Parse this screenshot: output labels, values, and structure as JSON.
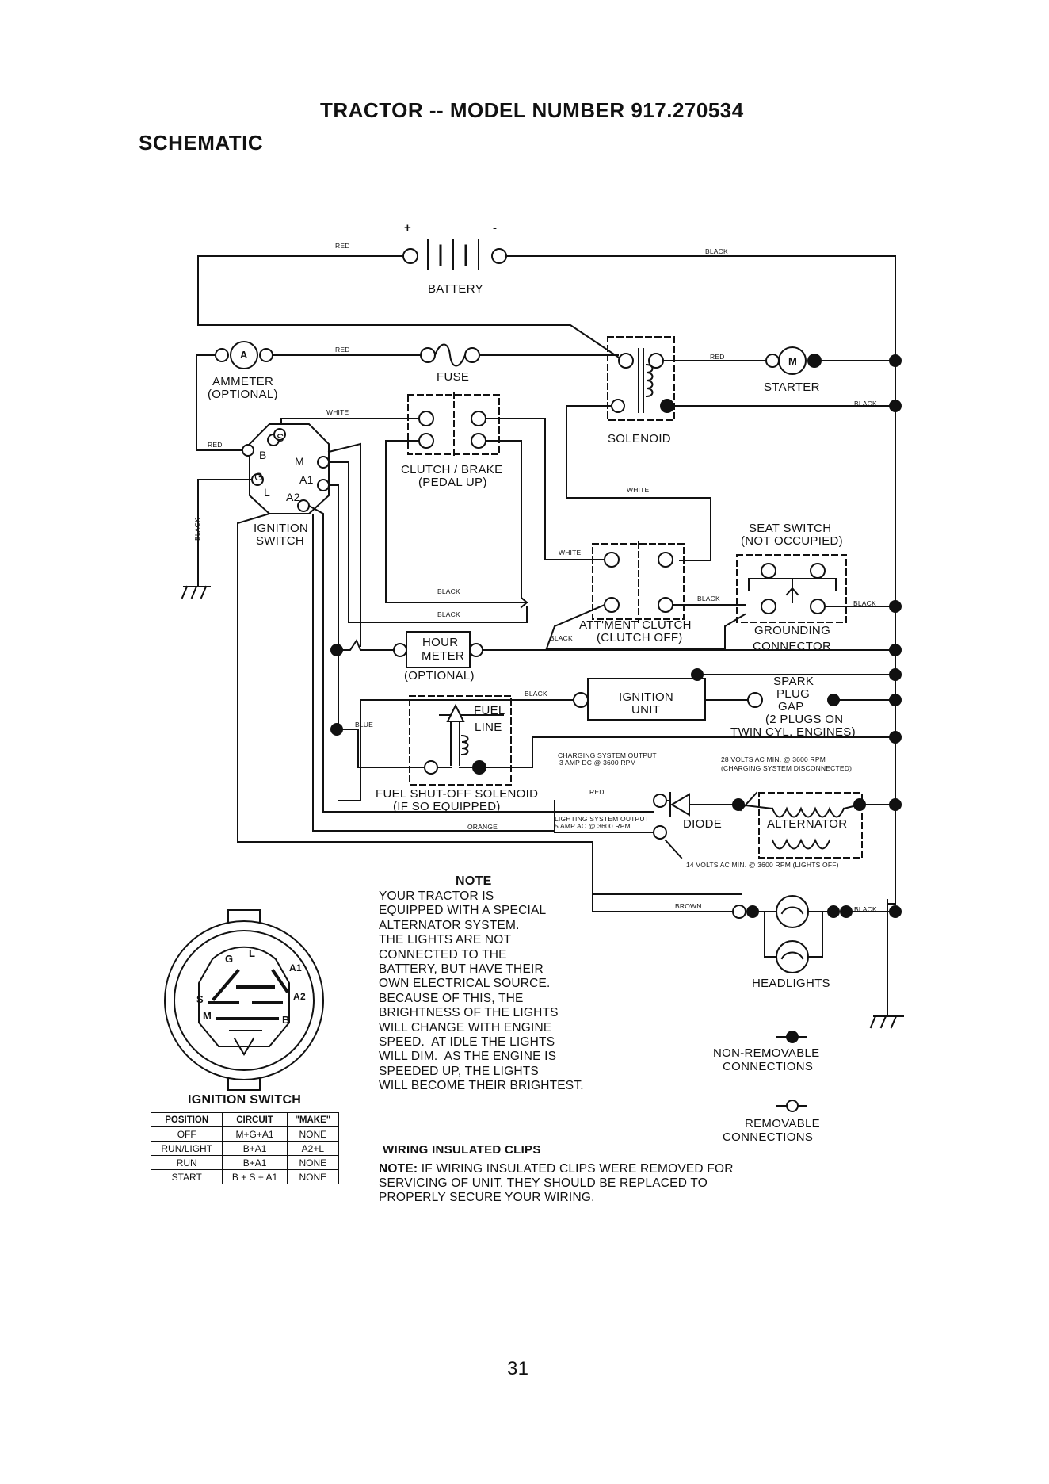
{
  "header": {
    "model_title": "TRACTOR -- MODEL NUMBER 917.270534",
    "section_title": "SCHEMATIC"
  },
  "components": {
    "battery": "BATTERY",
    "battery_plus": "+",
    "battery_minus": "-",
    "ammeter_symbol": "A",
    "ammeter": [
      "AMMETER",
      "(OPTIONAL)"
    ],
    "fuse": "FUSE",
    "solenoid": "SOLENOID",
    "starter_symbol": "M",
    "starter": "STARTER",
    "clutch_brake": [
      "CLUTCH / BRAKE",
      "(PEDAL UP)"
    ],
    "ignition_switch": [
      "IGNITION",
      "SWITCH"
    ],
    "ignition_terminals": {
      "s": "S",
      "b": "B",
      "m": "M",
      "g": "G",
      "a1": "A1",
      "l": "L",
      "a2": "A2"
    },
    "seat_switch": [
      "SEAT SWITCH",
      "(NOT OCCUPIED)"
    ],
    "attment_clutch": [
      "ATT'MENT CLUTCH",
      "(CLUTCH OFF)"
    ],
    "grounding_connector": [
      "GROUNDING",
      "CONNECTOR"
    ],
    "hour_meter": [
      "HOUR",
      "METER"
    ],
    "hour_meter_optional": "(OPTIONAL)",
    "ignition_unit": [
      "IGNITION",
      "UNIT"
    ],
    "spark_plug": [
      "SPARK",
      "PLUG",
      "GAP",
      "(2 PLUGS ON",
      "TWIN CYL. ENGINES)"
    ],
    "fuel_line": [
      "FUEL",
      "LINE"
    ],
    "fuel_shutoff": [
      "FUEL SHUT-OFF SOLENOID",
      "(IF SO EQUIPPED)"
    ],
    "diode": "DIODE",
    "alternator": "ALTERNATOR",
    "headlights": "HEADLIGHTS"
  },
  "wire_labels": {
    "red_battery": "RED",
    "black_battery": "BLACK",
    "red_ammeter": "RED",
    "red_starter": "RED",
    "black_starter": "BLACK",
    "white_switch": "WHITE",
    "red_switch": "RED",
    "black_ground": "BLACK",
    "white_solenoid": "WHITE",
    "white_attment": "WHITE",
    "black_clutch_1": "BLACK",
    "black_clutch_2": "BLACK",
    "black_attment": "BLACK",
    "black_attment_2": "BLACK",
    "black_seat": "BLACK",
    "black_ignition_unit": "BLACK",
    "blue": "BLUE",
    "red_diode": "RED",
    "orange": "ORANGE",
    "brown": "BROWN",
    "black_headlights": "BLACK"
  },
  "specs": {
    "charging_output": [
      "CHARGING SYSTEM OUTPUT",
      "3 AMP DC @ 3600 RPM"
    ],
    "charging_disconnected": [
      "28 VOLTS AC MIN. @ 3600 RPM",
      "(CHARGING SYSTEM DISCONNECTED)"
    ],
    "lighting_output": [
      "LIGHTING SYSTEM OUTPUT",
      "5 AMP AC @ 3600 RPM"
    ],
    "lights_off": "14 VOLTS AC MIN. @ 3600 RPM (LIGHTS OFF)"
  },
  "note": {
    "heading": "NOTE",
    "lines": [
      "YOUR TRACTOR IS",
      "EQUIPPED WITH A SPECIAL",
      "ALTERNATOR SYSTEM.",
      "THE LIGHTS ARE NOT",
      "CONNECTED TO THE",
      "BATTERY, BUT HAVE THEIR",
      "OWN ELECTRICAL SOURCE.",
      "BECAUSE OF THIS, THE",
      "BRIGHTNESS OF THE LIGHTS",
      "WILL CHANGE WITH ENGINE",
      "SPEED.  AT IDLE THE LIGHTS",
      "WILL DIM.  AS THE ENGINE IS",
      "SPEEDED UP, THE LIGHTS",
      "WILL BECOME THEIR BRIGHTEST."
    ]
  },
  "legend": {
    "non_removable": [
      "NON-REMOVABLE",
      "CONNECTIONS"
    ],
    "removable": [
      "REMOVABLE",
      "CONNECTIONS"
    ]
  },
  "clips": {
    "heading": "WIRING INSULATED CLIPS",
    "note_label": "NOTE:",
    "lines": [
      " IF WIRING INSULATED CLIPS WERE REMOVED FOR",
      "SERVICING OF UNIT, THEY SHOULD BE REPLACED TO",
      "PROPERLY SECURE YOUR WIRING."
    ]
  },
  "ignition_detail": {
    "title": "IGNITION SWITCH",
    "labels": {
      "g": "G",
      "l": "L",
      "a1": "A1",
      "s": "S",
      "a2": "A2",
      "m": "M",
      "b": "B"
    }
  },
  "ignition_table": {
    "headers": [
      "POSITION",
      "CIRCUIT",
      "\"MAKE\""
    ],
    "rows": [
      [
        "OFF",
        "M+G+A1",
        "NONE"
      ],
      [
        "RUN/LIGHT",
        "B+A1",
        "A2+L"
      ],
      [
        "RUN",
        "B+A1",
        "NONE"
      ],
      [
        "START",
        "B + S + A1",
        "NONE"
      ]
    ]
  },
  "page_number": "31"
}
